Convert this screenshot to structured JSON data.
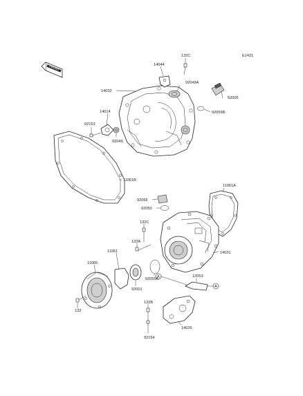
{
  "diagram_code": "E1431",
  "front_label": "FRONT",
  "ref_marker": "A",
  "parts": {
    "p132C_top": "132C",
    "p14044": "14044",
    "p92049A": "92049A",
    "p14032": "14032",
    "p52005": "52005",
    "p92055B": "92055B",
    "p14014": "14014",
    "p92153": "92153",
    "p92049": "92049",
    "p11061B": "11061B",
    "p11061A": "11061A",
    "p92066": "92066",
    "p92050": "92050",
    "p132C_mid": "132C",
    "p132A": "132A",
    "p14031": "14031",
    "p11061": "11061",
    "p11065": "11065",
    "p92055A": "92055A",
    "p92001": "92001",
    "p132": "132",
    "p12053": "12053",
    "p132B": "132B",
    "p14026": "14026",
    "p92154": "92154"
  }
}
